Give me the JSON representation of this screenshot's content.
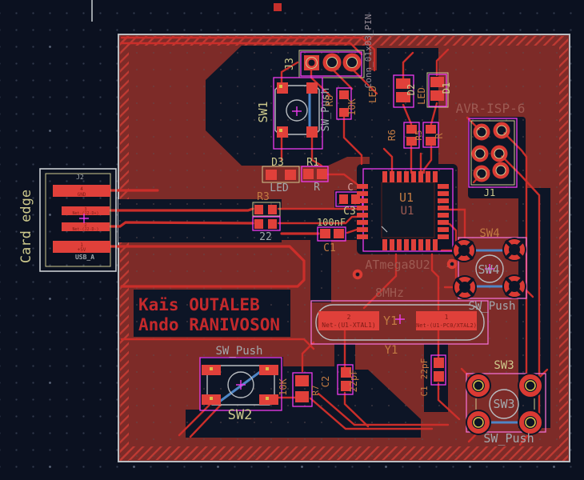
{
  "colors": {
    "background": "#0b1120",
    "board_copper": "#7d2b28",
    "copper_hatch": "#c03a33",
    "trace_top": "#cb2e2a",
    "trace_bottom": "#4f86c6",
    "pad": "#e0403a",
    "board_outline": "#b9bdc1",
    "selection_magenta": "#ee3bee",
    "courtyard_pink": "#f06ed0",
    "courtyard_yellow": "#cfc98f",
    "silkscreen": "#a2a8ac",
    "reference_yellow": "#cdc98c",
    "fab_orange": "#c17a42",
    "value_maroon": "#9d5a52",
    "title_red": "#c4292c",
    "zone_cutout": "#0d1526"
  },
  "title_block": {
    "line1": "Kaïs OUTALEB",
    "line2": "Ando RANIVOSON"
  },
  "components": {
    "j2": {
      "ref": "J2",
      "name": "Card edge",
      "footprint": "USB_A",
      "pads": [
        {
          "num": "4",
          "net": "GND"
        },
        {
          "num": "3",
          "net": "Net-(J2-D+)"
        },
        {
          "num": "2",
          "net": "Net-(J2-D-)"
        },
        {
          "num": "1",
          "net": "+5V"
        }
      ]
    },
    "j3": {
      "ref": "J3",
      "value": "Conn_01x03_PIN"
    },
    "j1": {
      "ref": "J1",
      "value": "AVR-ISP-6"
    },
    "u1": {
      "ref": "U1",
      "ref2": "U1",
      "value": "ATmega8U2",
      "marker": "A"
    },
    "y1": {
      "ref": "Y1",
      "value": "8MHz",
      "pads": [
        {
          "num": "2",
          "net": "Net-(U1-XTAL1)"
        },
        {
          "num": "1",
          "net": "Net-(U1-PC0/XTAL2)"
        }
      ]
    },
    "sw1": {
      "ref": "SW1",
      "value": "SW_Push"
    },
    "sw2": {
      "ref": "SW2",
      "value": "SW_Push"
    },
    "sw3": {
      "ref": "SW3",
      "value": "SW_Push"
    },
    "sw4": {
      "ref": "SW4",
      "value": "SW_Push"
    },
    "r1": {
      "ref": "R1",
      "value": "R"
    },
    "r3": {
      "ref": "R3",
      "value": "22"
    },
    "r5": {
      "ref": "R5",
      "value": "R"
    },
    "r6": {
      "ref": "R6"
    },
    "r7": {
      "ref": "R7",
      "value": "10K"
    },
    "r8": {
      "ref": "R8",
      "value": "10K"
    },
    "c2": {
      "ref": "C2",
      "value": "22pF"
    },
    "c3": {
      "ref": "C3",
      "value": "100nF"
    },
    "c_below_c3": {
      "ref": "C1"
    },
    "c_near_u1": {
      "ref": "C"
    },
    "c_xtal_right": {
      "ref": "C1",
      "value": "22pF"
    },
    "d1": {
      "ref": "D1",
      "value": "LED"
    },
    "d2": {
      "ref": "D2",
      "value": "LED"
    },
    "d3": {
      "ref": "D3",
      "value": "LED"
    }
  }
}
